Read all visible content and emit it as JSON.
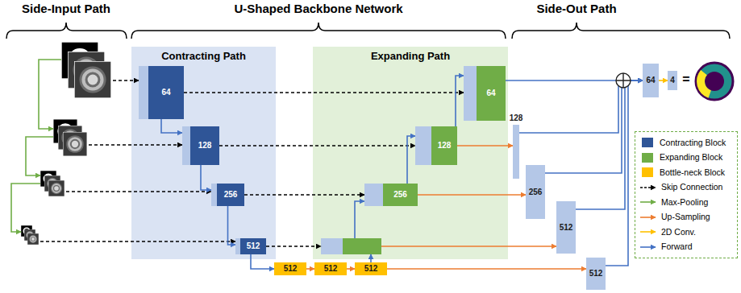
{
  "diagram": {
    "nodes": [
      {
        "text": [
          "Contracting Path"
        ]
      },
      {
        "text": [
          "64"
        ],
        "in": 0
      },
      {
        "text": [
          "128"
        ],
        "in": 0
      },
      {
        "text": [
          "256"
        ],
        "in": 0
      },
      {
        "text": [
          "512"
        ],
        "in": 0
      },
      {
        "text": [
          "Expanding Path"
        ]
      },
      {
        "text": [
          "64"
        ],
        "in": 5
      },
      {
        "text": [
          "128"
        ],
        "in": 5
      },
      {
        "text": [
          "256"
        ],
        "in": 5
      },
      {
        "text": [
          "512"
        ]
      },
      {
        "text": [
          "512"
        ]
      },
      {
        "text": [
          "512"
        ]
      },
      {
        "text": [
          "128"
        ]
      },
      {
        "text": [
          "256"
        ]
      },
      {
        "text": [
          "512"
        ]
      },
      {
        "text": [
          "512"
        ]
      },
      {
        "text": [
          "64"
        ]
      },
      {
        "text": [
          "4"
        ]
      }
    ],
    "edges": [
      {
        "from": 1,
        "to": 2,
        "arrow": "to"
      },
      {
        "from": 2,
        "to": 3,
        "arrow": "to"
      },
      {
        "from": 3,
        "to": 4,
        "arrow": "to"
      },
      {
        "from": 4,
        "to": 9,
        "arrow": "to"
      },
      {
        "from": 9,
        "to": 10,
        "arrow": "to"
      },
      {
        "from": 10,
        "to": 11,
        "arrow": "to"
      },
      {
        "from": 11,
        "to": 15,
        "arrow": "to"
      },
      {
        "from": 1,
        "to": 6,
        "arrow": "to"
      },
      {
        "from": 2,
        "to": 7,
        "arrow": "to"
      },
      {
        "from": 3,
        "to": 8,
        "arrow": "to"
      },
      {
        "from": 8,
        "to": 7,
        "arrow": "to"
      },
      {
        "from": 7,
        "to": 6,
        "arrow": "to"
      },
      {
        "from": 8,
        "to": 13,
        "arrow": "to"
      },
      {
        "from": 7,
        "to": 12,
        "arrow": "to"
      },
      {
        "from": 6,
        "to": 16,
        "arrow": "to"
      },
      {
        "from": 12,
        "to": 16,
        "arrow": "to"
      },
      {
        "from": 13,
        "to": 16,
        "arrow": "to"
      },
      {
        "from": 14,
        "to": 16,
        "arrow": "to"
      },
      {
        "from": 15,
        "to": 16,
        "arrow": "to"
      },
      {
        "from": 16,
        "to": 17,
        "arrow": "to"
      }
    ],
    "labels": [
      "Side-Input Path",
      "U-Shaped Backbone Network",
      "Side-Out Path",
      "="
    ],
    "legend": [
      {
        "text": "Contracting Block",
        "color": "#2f5597"
      },
      {
        "text": "Expanding Block",
        "color": "#70ad47"
      },
      {
        "text": "Bottle-neck Block",
        "color": "#ffc000"
      },
      {
        "text": "Skip Connection"
      },
      {
        "text": "Max-Pooling"
      },
      {
        "text": "Up-Sampling"
      },
      {
        "text": "2D Conv."
      },
      {
        "text": "Forward"
      }
    ]
  }
}
